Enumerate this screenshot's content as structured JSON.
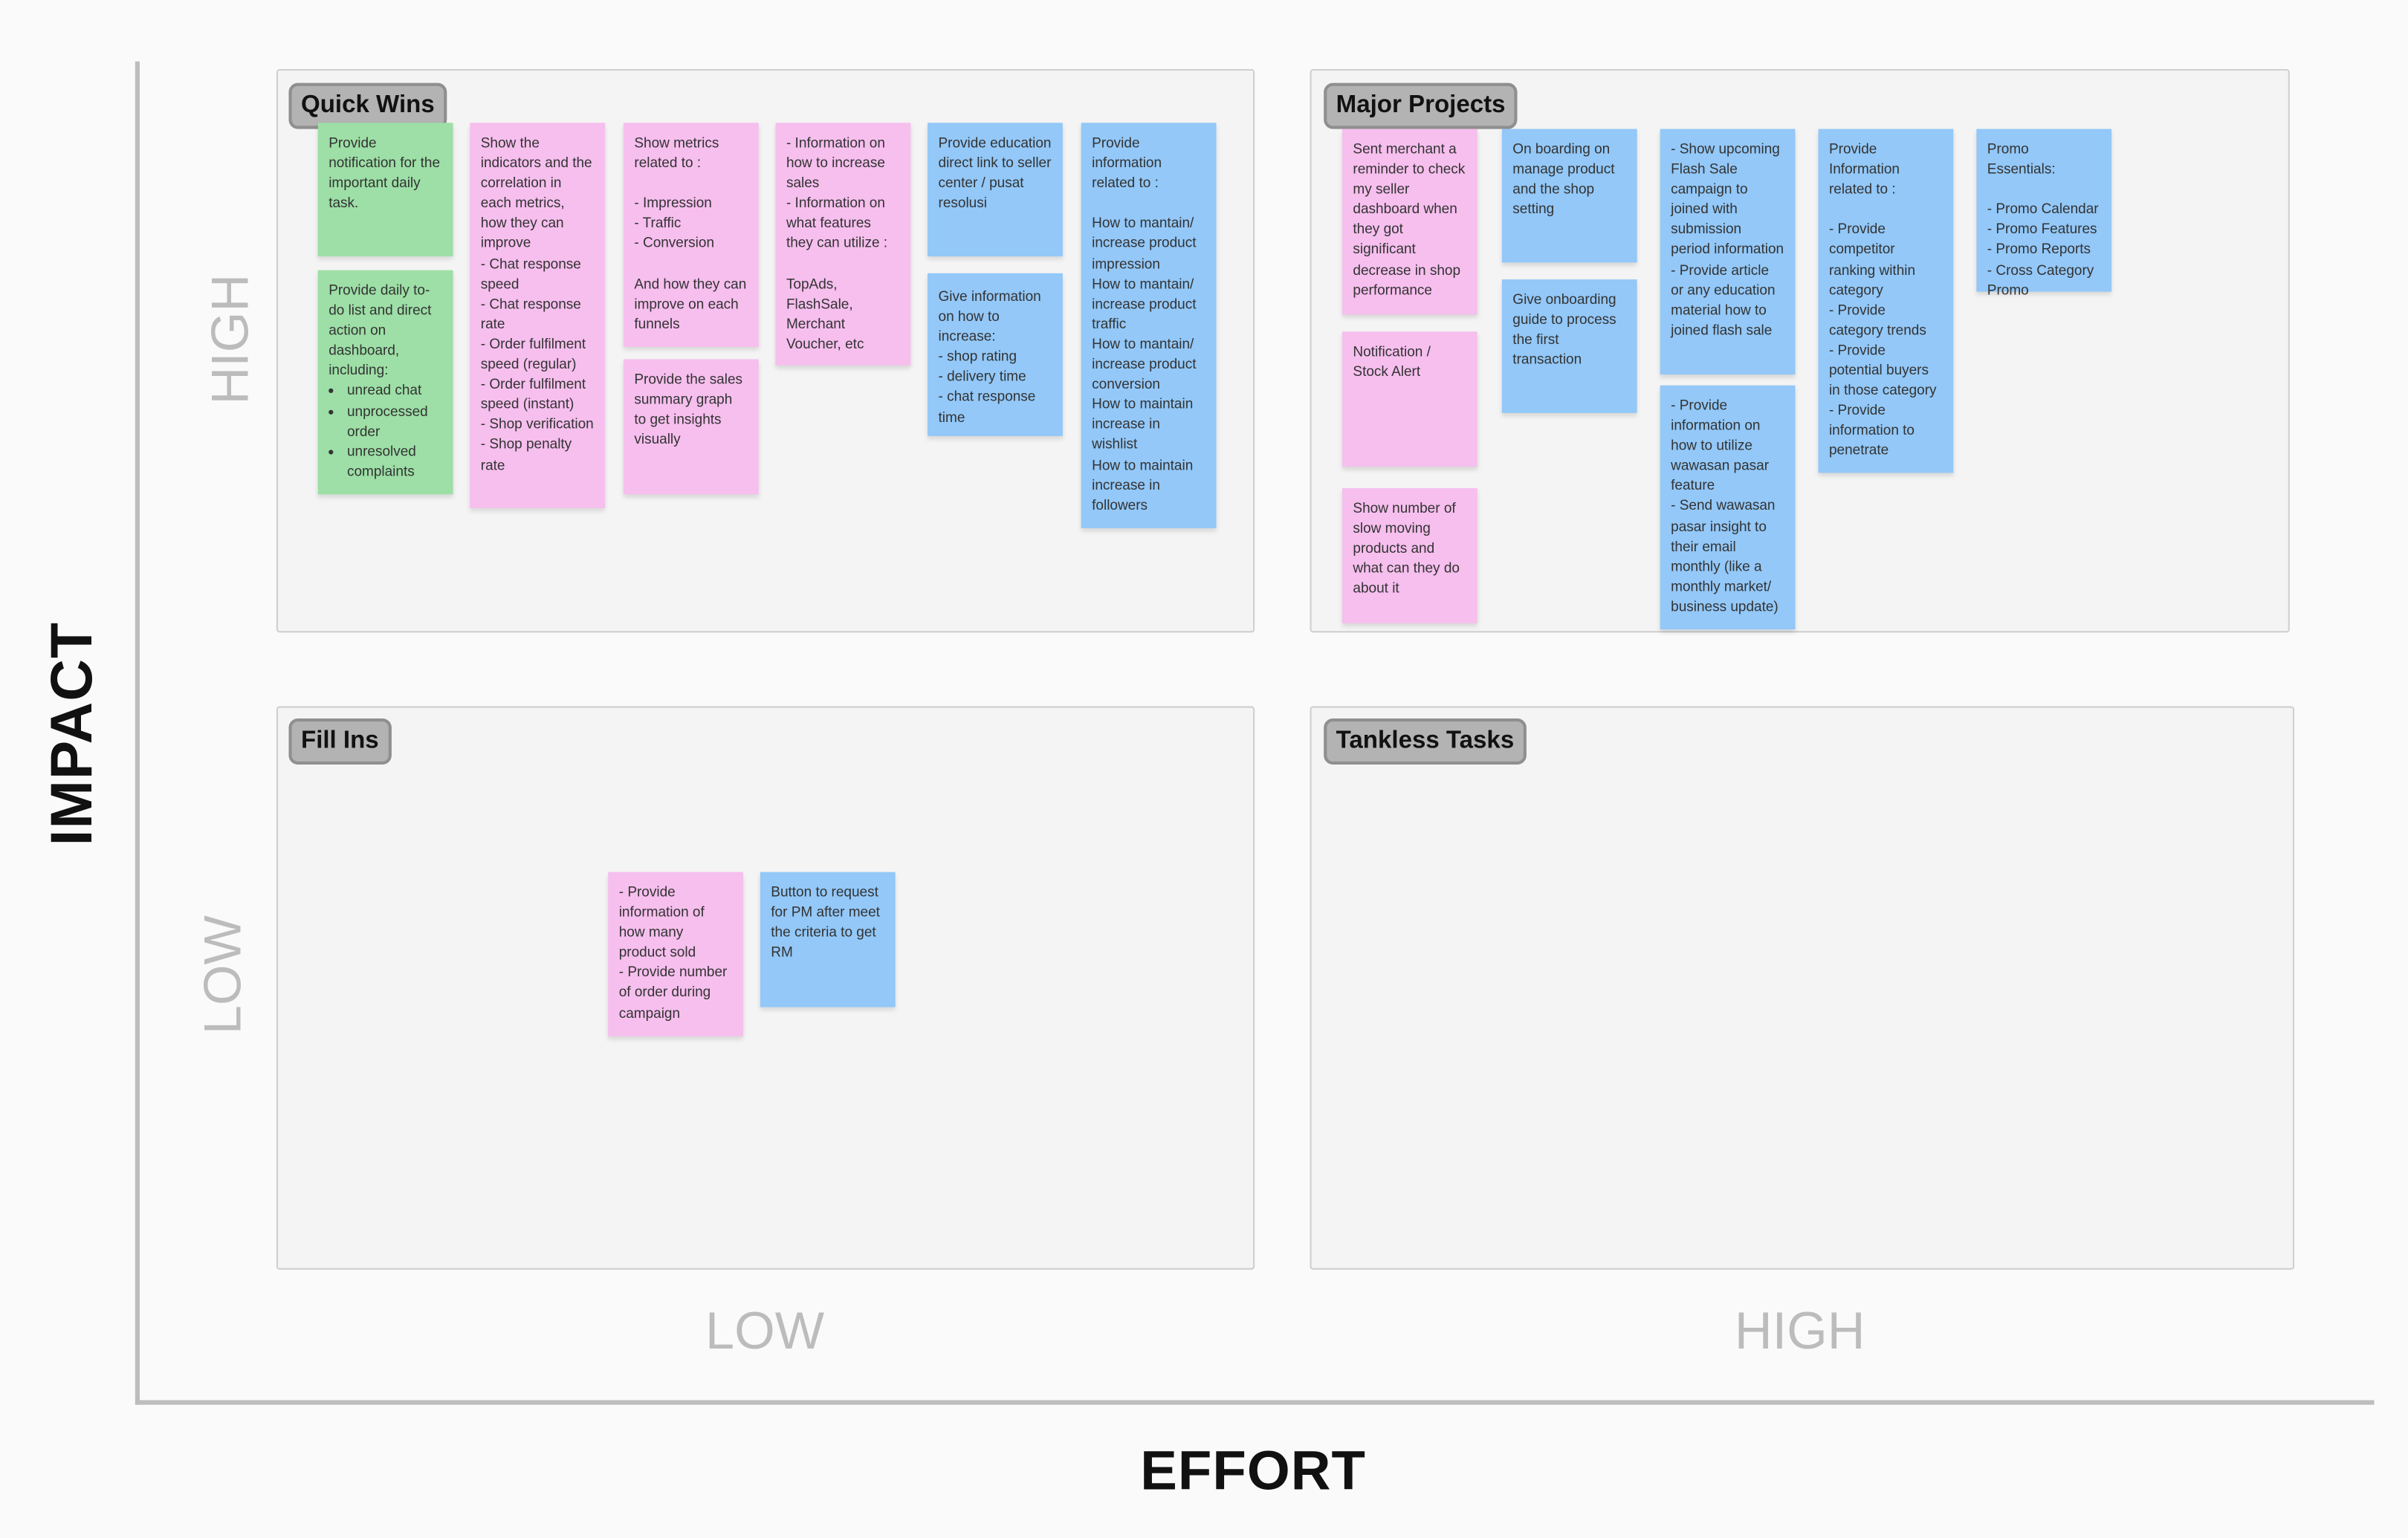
{
  "axes": {
    "y_title": "IMPACT",
    "x_title": "EFFORT",
    "y_high": "HIGH",
    "y_low": "LOW",
    "x_low": "LOW",
    "x_high": "HIGH"
  },
  "colors": {
    "green": "#9ddfa6",
    "pink": "#f6bfee",
    "blue": "#93c8f8"
  },
  "quadrants": {
    "quick_wins": {
      "label": "Quick Wins",
      "notes": [
        {
          "color": "green",
          "text": "Provide notification for the important daily task."
        },
        {
          "color": "green",
          "text": "Provide daily to-do list and direct action on dashboard, including:",
          "bullets": [
            "unread chat",
            "unprocessed order",
            "unresolved complaints"
          ]
        },
        {
          "color": "pink",
          "text": "Show the indicators and the correlation in each metrics, how they can improve\n- Chat response speed\n- Chat response rate\n- Order fulfilment speed (regular)\n- Order fulfilment speed (instant)\n- Shop verification\n- Shop penalty rate"
        },
        {
          "color": "pink",
          "text": "Show metrics related to :\n\n- Impression\n- Traffic\n- Conversion\n\nAnd how they can improve on each funnels"
        },
        {
          "color": "pink",
          "text": "Provide the sales summary graph to get insights visually"
        },
        {
          "color": "pink",
          "text": "- Information on how to increase sales\n- Information on what features they can utilize :\n\nTopAds, FlashSale, Merchant Voucher, etc"
        },
        {
          "color": "blue",
          "text": "Provide education direct link to seller center / pusat resolusi"
        },
        {
          "color": "blue",
          "text": "Give information on how to increase:\n- shop rating\n- delivery time\n- chat response time"
        },
        {
          "color": "blue",
          "text": "Provide information related to :\n\nHow to mantain/ increase product impression\nHow to mantain/ increase product traffic\nHow to mantain/ increase product conversion\nHow to maintain increase in wishlist\nHow to maintain increase in followers"
        }
      ]
    },
    "major_projects": {
      "label": "Major Projects",
      "notes": [
        {
          "color": "pink",
          "text": "Sent merchant a reminder to check my seller dashboard when they got significant decrease in shop performance"
        },
        {
          "color": "pink",
          "text": "Notification / Stock Alert"
        },
        {
          "color": "pink",
          "text": "Show number of slow moving products and what can they do about it"
        },
        {
          "color": "blue",
          "text": "On boarding on manage product and the shop setting"
        },
        {
          "color": "blue",
          "text": "Give onboarding guide to process the first transaction"
        },
        {
          "color": "blue",
          "text": "- Show upcoming Flash Sale campaign to joined with submission period information\n- Provide article or any education material how to joined flash sale"
        },
        {
          "color": "blue",
          "text": "- Provide information on how to utilize wawasan pasar feature\n- Send wawasan pasar insight to their email monthly (like a monthly market/ business update)"
        },
        {
          "color": "blue",
          "text": "Provide Information related to :\n\n- Provide competitor ranking within category\n- Provide category trends\n- Provide potential buyers in those category\n- Provide information to penetrate"
        },
        {
          "color": "blue",
          "text": "Promo Essentials:\n\n- Promo Calendar\n- Promo Features\n- Promo Reports\n- Cross Category Promo"
        }
      ]
    },
    "fill_ins": {
      "label": "Fill Ins",
      "notes": [
        {
          "color": "pink",
          "text": "- Provide information of how many product sold\n- Provide number of order during campaign"
        },
        {
          "color": "blue",
          "text": "Button to request for PM after meet the criteria to get RM"
        }
      ]
    },
    "thankless_tasks": {
      "label": "Tankless Tasks",
      "notes": []
    }
  }
}
